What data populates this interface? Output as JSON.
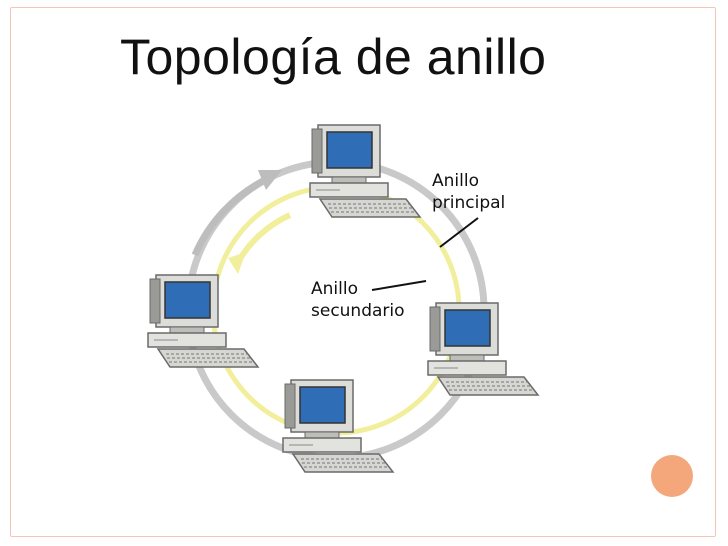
{
  "slide": {
    "title": "Topología de anillo",
    "labels": {
      "primary_line1": "Anillo",
      "primary_line2": "principal",
      "secondary_line1": "Anillo",
      "secondary_line2": "secundario"
    }
  },
  "colors": {
    "frame_border": "#f4c7b5",
    "primary_ring": "#c9c9c9",
    "secondary_ring": "#f2ef9c",
    "screen": "#2f6db6",
    "accent_dot": "#f5a77c"
  },
  "nodes": [
    "computer-top",
    "computer-left",
    "computer-bottom",
    "computer-right"
  ]
}
